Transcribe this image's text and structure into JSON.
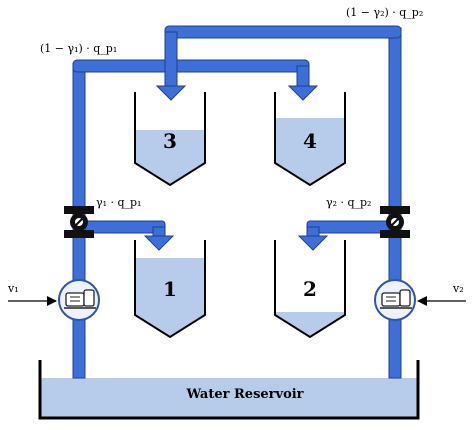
{
  "reservoir": {
    "title": "Water Reservoir"
  },
  "tanks": [
    {
      "id": "tank-1",
      "label": "1",
      "level": 0.72
    },
    {
      "id": "tank-2",
      "label": "2",
      "level": 0.25
    },
    {
      "id": "tank-3",
      "label": "3",
      "level": 0.5
    },
    {
      "id": "tank-4",
      "label": "4",
      "level": 0.62
    }
  ],
  "flows": {
    "left_to_tank1": "γ₁ · q_p₁",
    "left_to_tank4": "(1 − γ₁) · q_p₁",
    "right_to_tank2": "γ₂ · q_p₂",
    "right_to_tank3": "(1 − γ₂) · q_p₂"
  },
  "inputs": {
    "left": "v₁",
    "right": "v₂"
  },
  "colors": {
    "pipe": "#3d6fd6",
    "water": "#b7cbea",
    "reservoir_water": "#b7cbea"
  }
}
